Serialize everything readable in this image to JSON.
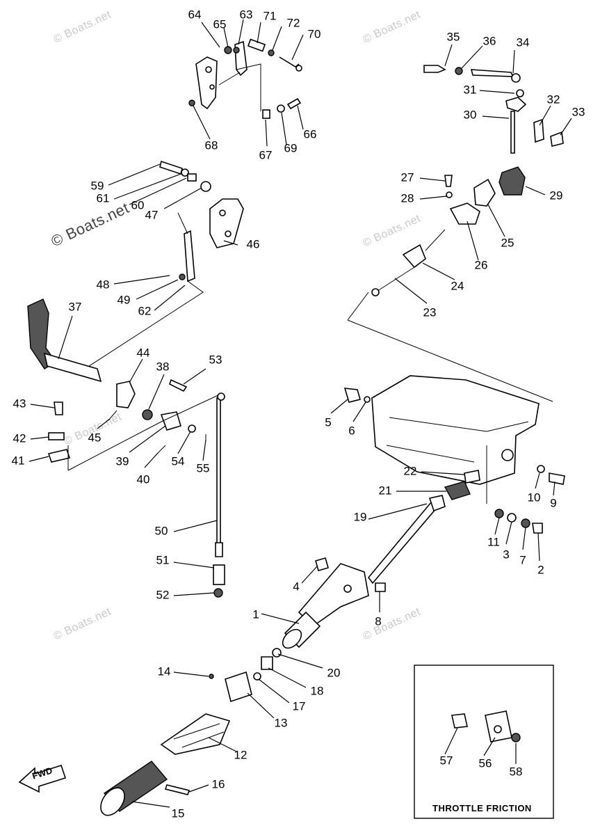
{
  "watermark": "© Boats.net",
  "inset_title": "THROTTLE FRICTION",
  "fwd_label": "FWD",
  "parts": [
    {
      "id": "p64",
      "label": "64"
    },
    {
      "id": "p65",
      "label": "65"
    },
    {
      "id": "p63",
      "label": "63"
    },
    {
      "id": "p71",
      "label": "71"
    },
    {
      "id": "p72",
      "label": "72"
    },
    {
      "id": "p70",
      "label": "70"
    },
    {
      "id": "p68",
      "label": "68"
    },
    {
      "id": "p67",
      "label": "67"
    },
    {
      "id": "p69",
      "label": "69"
    },
    {
      "id": "p66",
      "label": "66"
    },
    {
      "id": "p35",
      "label": "35"
    },
    {
      "id": "p36",
      "label": "36"
    },
    {
      "id": "p34",
      "label": "34"
    },
    {
      "id": "p31",
      "label": "31"
    },
    {
      "id": "p32",
      "label": "32"
    },
    {
      "id": "p33",
      "label": "33"
    },
    {
      "id": "p30",
      "label": "30"
    },
    {
      "id": "p27",
      "label": "27"
    },
    {
      "id": "p28",
      "label": "28"
    },
    {
      "id": "p29",
      "label": "29"
    },
    {
      "id": "p25",
      "label": "25"
    },
    {
      "id": "p26",
      "label": "26"
    },
    {
      "id": "p24",
      "label": "24"
    },
    {
      "id": "p23",
      "label": "23"
    },
    {
      "id": "p59",
      "label": "59"
    },
    {
      "id": "p61",
      "label": "61"
    },
    {
      "id": "p60",
      "label": "60"
    },
    {
      "id": "p47",
      "label": "47"
    },
    {
      "id": "p46",
      "label": "46"
    },
    {
      "id": "p48",
      "label": "48"
    },
    {
      "id": "p49",
      "label": "49"
    },
    {
      "id": "p62",
      "label": "62"
    },
    {
      "id": "p37",
      "label": "37"
    },
    {
      "id": "p44",
      "label": "44"
    },
    {
      "id": "p38",
      "label": "38"
    },
    {
      "id": "p53",
      "label": "53"
    },
    {
      "id": "p43",
      "label": "43"
    },
    {
      "id": "p42",
      "label": "42"
    },
    {
      "id": "p41",
      "label": "41"
    },
    {
      "id": "p45",
      "label": "45"
    },
    {
      "id": "p39",
      "label": "39"
    },
    {
      "id": "p40",
      "label": "40"
    },
    {
      "id": "p54",
      "label": "54"
    },
    {
      "id": "p55",
      "label": "55"
    },
    {
      "id": "p5",
      "label": "5"
    },
    {
      "id": "p6",
      "label": "6"
    },
    {
      "id": "p22",
      "label": "22"
    },
    {
      "id": "p21",
      "label": "21"
    },
    {
      "id": "p10",
      "label": "10"
    },
    {
      "id": "p9",
      "label": "9"
    },
    {
      "id": "p19",
      "label": "19"
    },
    {
      "id": "p11",
      "label": "11"
    },
    {
      "id": "p3",
      "label": "3"
    },
    {
      "id": "p7",
      "label": "7"
    },
    {
      "id": "p2",
      "label": "2"
    },
    {
      "id": "p50",
      "label": "50"
    },
    {
      "id": "p51",
      "label": "51"
    },
    {
      "id": "p52",
      "label": "52"
    },
    {
      "id": "p4",
      "label": "4"
    },
    {
      "id": "p1",
      "label": "1"
    },
    {
      "id": "p8",
      "label": "8"
    },
    {
      "id": "p14",
      "label": "14"
    },
    {
      "id": "p20",
      "label": "20"
    },
    {
      "id": "p18",
      "label": "18"
    },
    {
      "id": "p17",
      "label": "17"
    },
    {
      "id": "p13",
      "label": "13"
    },
    {
      "id": "p12",
      "label": "12"
    },
    {
      "id": "p16",
      "label": "16"
    },
    {
      "id": "p15",
      "label": "15"
    },
    {
      "id": "p57",
      "label": "57"
    },
    {
      "id": "p56",
      "label": "56"
    },
    {
      "id": "p58",
      "label": "58"
    }
  ]
}
